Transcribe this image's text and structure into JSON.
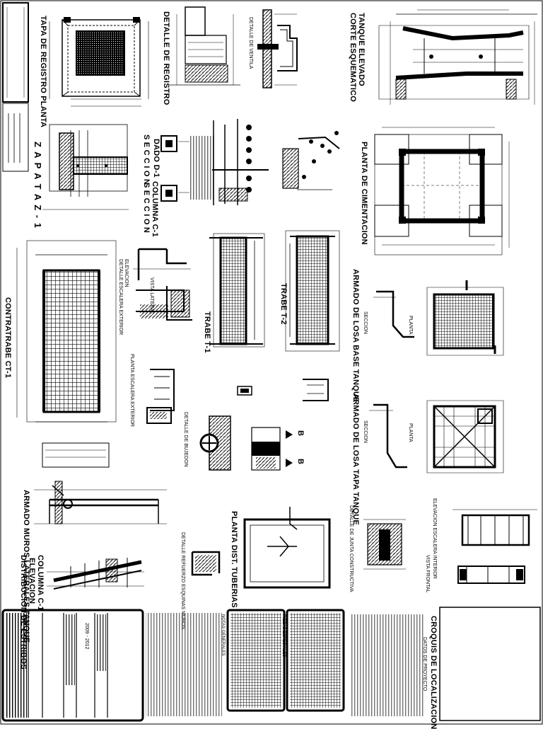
{
  "sheet": {
    "background": "#ffffff",
    "ink": "#000000"
  },
  "drawings": {
    "tanque_elevado": "TANQUE ELEVADO",
    "corte_esquematico": "CORTE ESQUEMATICO",
    "planta_cimentacion": "PLANTA DE CIMENTACION",
    "tapa_registro": "TAPA DE REGISTRO PLANTA",
    "detalle_registro": "DETALLE DE REGISTRO",
    "detalle_ventila": "DETALLE DE VENTILA",
    "zapata": "Z A P A T A   Z - 1",
    "dado": "DADO D-1",
    "dado_seccion": "S E C C I O N",
    "columna": "COLUMNA C-1",
    "columna_seccion": "S E C C I O N",
    "contratrabe": "CONTRATRABE CT-1",
    "trabe_t1": "TRABE T-1",
    "trabe_t2": "TRABE T-2",
    "detalle_escalera_ext": "DETALLE ESCALERA EXTERIOR",
    "elevacion": "ELEVACION",
    "vista_lateral": "VISTA LATERAL",
    "planta_escalera_ext": "PLANTA ESCALERA EXTERIOR",
    "armado_losa_base": "ARMADO DE LOSA BASE TANQUE",
    "armado_losa_tapa": "ARMADO DE LOSA TAPA TANQUE",
    "planta": "PLANTA",
    "seccion": "SECCION",
    "detalle_bujedon": "DETALLE DE BUJEDON",
    "elevacion_escalera_int": "ELEVACION ESCALERA INTERIOR",
    "vista_frontal": "VISTA FRONTAL",
    "detalle_junta": "DETALLE DE JUNTA CONSTRUCTIVA",
    "planta_tuberias": "PLANTA DIST. TUBERIAS",
    "detalle_esquinas": "DETALLE REFUERZO ESQUINAS MUROS",
    "armado_muros": "ARMADO MUROS LATERALES TANQUE",
    "columna_elev": "COLUMNA C-1",
    "elevacion_dist": "ELEVACION",
    "distribucion_estribos": "DISTRIBUCION DE ESTRIBOS"
  },
  "notes": {
    "notas_generales": "NOTAS GENERALES",
    "croquis": "CROQUIS DE LOCALIZACION",
    "datos_proyecto": "DATOS DE PROYECTO",
    "titulo_tabla_1": "PIEZAS ESPECIALES",
    "year_range": "2009 - 2012"
  },
  "markers": {
    "b": "B"
  }
}
